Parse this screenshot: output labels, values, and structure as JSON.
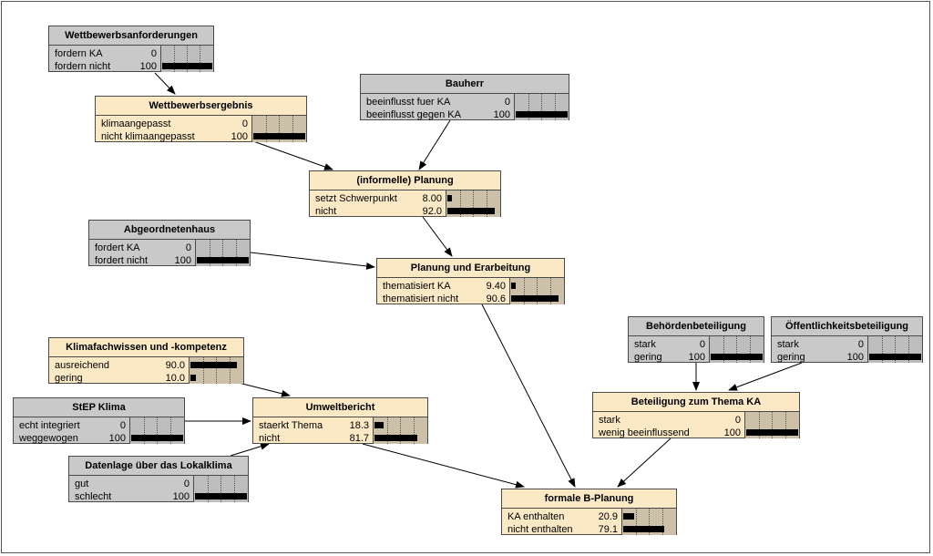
{
  "nodes": {
    "wettbewerbsanforderungen": {
      "title": "Wettbewerbsanforderungen",
      "states": [
        {
          "label": "fordern KA",
          "value": "0",
          "fraction": 0.0
        },
        {
          "label": "fordern nicht",
          "value": "100",
          "fraction": 1.0
        }
      ]
    },
    "wettbewerbsergebnis": {
      "title": "Wettbewerbsergebnis",
      "states": [
        {
          "label": "klimaangepasst",
          "value": "0",
          "fraction": 0.0
        },
        {
          "label": "nicht klimaangepasst",
          "value": "100",
          "fraction": 1.0
        }
      ]
    },
    "bauherr": {
      "title": "Bauherr",
      "states": [
        {
          "label": "beeinflusst fuer KA",
          "value": "0",
          "fraction": 0.0
        },
        {
          "label": "beeinflusst gegen KA",
          "value": "100",
          "fraction": 1.0
        }
      ]
    },
    "informelle_planung": {
      "title": "(informelle) Planung",
      "states": [
        {
          "label": "setzt Schwerpunkt",
          "value": "8.00",
          "fraction": 0.08
        },
        {
          "label": "nicht",
          "value": "92.0",
          "fraction": 0.92
        }
      ]
    },
    "abgeordnetenhaus": {
      "title": "Abgeordnetenhaus",
      "states": [
        {
          "label": "fordert KA",
          "value": "0",
          "fraction": 0.0
        },
        {
          "label": "fordert nicht",
          "value": "100",
          "fraction": 1.0
        }
      ]
    },
    "planung_erarbeitung": {
      "title": "Planung und Erarbeitung",
      "states": [
        {
          "label": "thematisiert KA",
          "value": "9.40",
          "fraction": 0.094
        },
        {
          "label": "thematisiert nicht",
          "value": "90.6",
          "fraction": 0.906
        }
      ]
    },
    "klimafachwissen": {
      "title": "Klimafachwissen und -kompetenz",
      "states": [
        {
          "label": "ausreichend",
          "value": "90.0",
          "fraction": 0.9
        },
        {
          "label": "gering",
          "value": "10.0",
          "fraction": 0.1
        }
      ]
    },
    "stepklima": {
      "title": "StEP Klima",
      "states": [
        {
          "label": "echt integriert",
          "value": "0",
          "fraction": 0.0
        },
        {
          "label": "weggewogen",
          "value": "100",
          "fraction": 1.0
        }
      ]
    },
    "umweltbericht": {
      "title": "Umweltbericht",
      "states": [
        {
          "label": "staerkt Thema",
          "value": "18.3",
          "fraction": 0.183
        },
        {
          "label": "nicht",
          "value": "81.7",
          "fraction": 0.817
        }
      ]
    },
    "datenlage": {
      "title": "Datenlage über das Lokalklima",
      "states": [
        {
          "label": "gut",
          "value": "0",
          "fraction": 0.0
        },
        {
          "label": "schlecht",
          "value": "100",
          "fraction": 1.0
        }
      ]
    },
    "behoerden": {
      "title": "Behördenbeteiligung",
      "states": [
        {
          "label": "stark",
          "value": "0",
          "fraction": 0.0
        },
        {
          "label": "gering",
          "value": "100",
          "fraction": 1.0
        }
      ]
    },
    "oeffentlichkeit": {
      "title": "Öffentlichkeitsbeteiligung",
      "states": [
        {
          "label": "stark",
          "value": "0",
          "fraction": 0.0
        },
        {
          "label": "gering",
          "value": "100",
          "fraction": 1.0
        }
      ]
    },
    "beteiligung_ka": {
      "title": "Beteiligung zum Thema KA",
      "states": [
        {
          "label": "stark",
          "value": "0",
          "fraction": 0.0
        },
        {
          "label": "wenig beeinflussend",
          "value": "100",
          "fraction": 1.0
        }
      ]
    },
    "formale_bplanung": {
      "title": "formale B-Planung",
      "states": [
        {
          "label": "KA enthalten",
          "value": "20.9",
          "fraction": 0.209
        },
        {
          "label": "nicht enthalten",
          "value": "79.1",
          "fraction": 0.791
        }
      ]
    }
  },
  "colors": {
    "evidence_node": "#c9c9c9",
    "belief_node": "#fbe9c6",
    "bar": "#000000"
  }
}
